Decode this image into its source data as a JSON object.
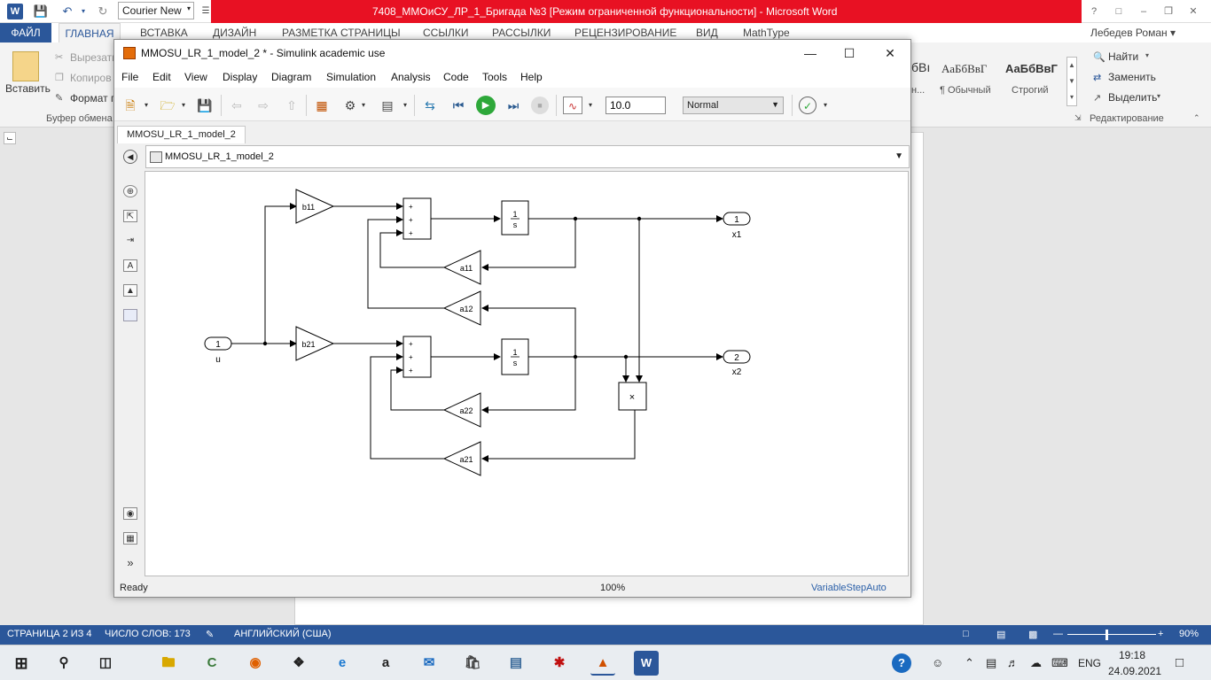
{
  "word": {
    "font_name": "Courier New",
    "title": "7408_ММОиСУ_ЛР_1_Бригада №3 [Режим ограниченной функциональности] -  Microsoft Word",
    "tabs": [
      "ФАЙЛ",
      "ГЛАВНАЯ",
      "ВСТАВКА",
      "ДИЗАЙН",
      "РАЗМЕТКА СТРАНИЦЫ",
      "ССЫЛКИ",
      "РАССЫЛКИ",
      "РЕЦЕНЗИРОВАНИЕ",
      "ВИД",
      "MathType"
    ],
    "user": "Лебедев Роман",
    "ribbon": {
      "paste": "Вставить",
      "cut": "Вырезать",
      "copy": "Копиров",
      "format_painter": "Формат п",
      "clipboard_group": "Буфер обмена",
      "style_partial": "бВı",
      "style_normal_sample": "АаБбВвГ",
      "style_normal_label": "¶ Обычный",
      "style_strict_sample": "АаБбВвГ",
      "style_strict_label": "Строгий",
      "style_partial_label": "н...",
      "find": "Найти",
      "replace": "Заменить",
      "select": "Выделить",
      "editing_group": "Редактирование"
    },
    "status": {
      "page": "СТРАНИЦА 2 ИЗ 4",
      "words": "ЧИСЛО СЛОВ: 173",
      "language": "АНГЛИЙСКИЙ (США)",
      "zoom": "90%"
    }
  },
  "simulink": {
    "title": "MMOSU_LR_1_model_2 * - Simulink academic use",
    "menu": [
      "File",
      "Edit",
      "View",
      "Display",
      "Diagram",
      "Simulation",
      "Analysis",
      "Code",
      "Tools",
      "Help"
    ],
    "stop_time": "10.0",
    "sim_mode": "Normal",
    "tab": "MMOSU_LR_1_model_2",
    "breadcrumb": "MMOSU_LR_1_model_2",
    "status": {
      "state": "Ready",
      "zoom": "100%",
      "solver": "VariableStepAuto"
    },
    "diagram": {
      "inport_u_num": "1",
      "inport_u_label": "u",
      "gain_b11": "b11",
      "gain_b21": "b21",
      "gain_a11": "a11",
      "gain_a12": "a12",
      "gain_a22": "a22",
      "gain_a21": "a21",
      "integrator_num": "1",
      "integrator_den": "s",
      "sum_sign": "+",
      "product_sign": "×",
      "outport_x1_num": "1",
      "outport_x1_label": "x1",
      "outport_x2_num": "2",
      "outport_x2_label": "x2"
    }
  },
  "taskbar": {
    "language": "ENG",
    "time": "19:18",
    "date": "24.09.2021"
  }
}
